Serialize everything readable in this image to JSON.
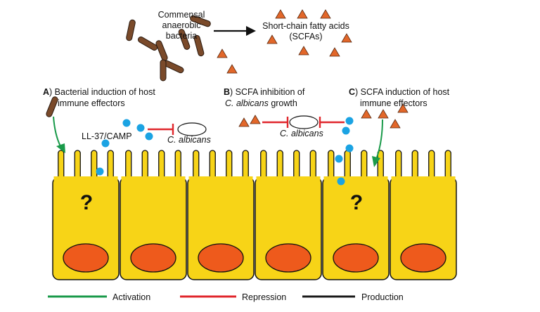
{
  "bacteria_label": [
    "Commensal",
    "anaerobic",
    "bacteria"
  ],
  "scfa_label": [
    "Short-chain fatty acids",
    "(SCFAs)"
  ],
  "panel_a": {
    "letter": "A",
    "line1": ") Bacterial induction of host",
    "line2": "immune effectors"
  },
  "panel_b": {
    "letter": "B",
    "line1": ") SCFA inhibition of",
    "line2_italic": "C. albicans",
    "line2_rest": " growth"
  },
  "panel_c": {
    "letter": "C",
    "line1": ") SCFA induction of host",
    "line2": "immune effectors"
  },
  "ll37_label": "LL-37/CAMP",
  "calbicans_label": "C. albicans",
  "question_mark": "?",
  "legend": [
    {
      "label": "Activation",
      "color": "#1a9a4a"
    },
    {
      "label": "Repression",
      "color": "#e0262c"
    },
    {
      "label": "Production",
      "color": "#1a1a1a"
    }
  ],
  "colors": {
    "cell_fill": "#f7d417",
    "nucleus": "#ee5a1c",
    "bacteria": "#7a4a2a",
    "scfa": "#e2672a",
    "peptide": "#1ba3e3"
  }
}
